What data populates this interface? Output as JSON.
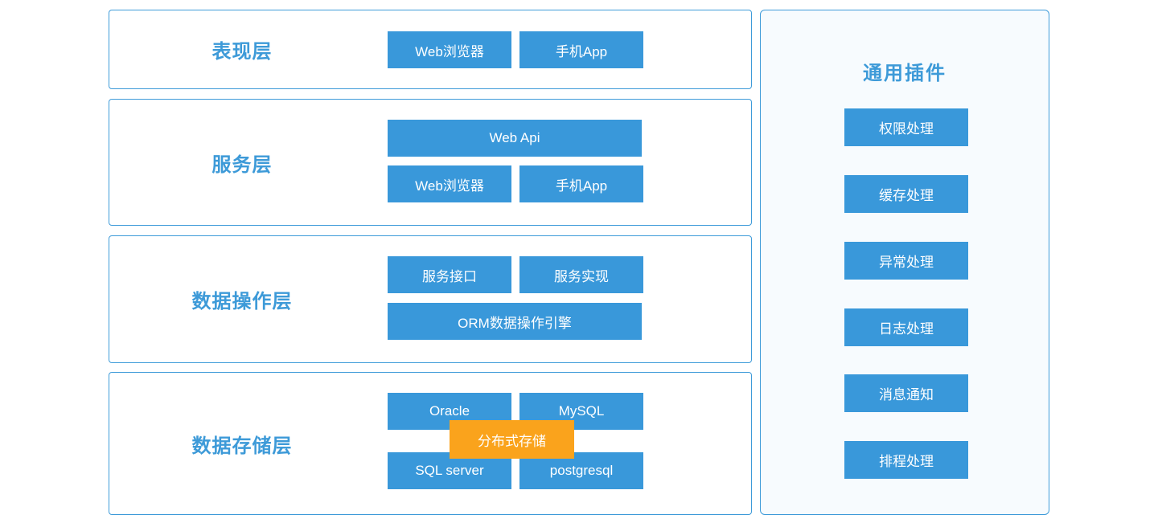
{
  "colors": {
    "node_blue": "#3998da",
    "accent_orange": "#faa31c",
    "border_blue": "#3e9bd9",
    "title_blue": "#3d9ad8",
    "plugins_panel_bg": "#f7fbfe",
    "node_text": "#ffffff"
  },
  "layers": [
    {
      "title": "表现层",
      "buttons": [
        {
          "label": "Web浏览器"
        },
        {
          "label": "手机App"
        }
      ]
    },
    {
      "title": "服务层",
      "buttons": [
        {
          "label": "Web Api"
        },
        {
          "label": "Web浏览器"
        },
        {
          "label": "手机App"
        }
      ]
    },
    {
      "title": "数据操作层",
      "buttons": [
        {
          "label": "服务接口"
        },
        {
          "label": "服务实现"
        },
        {
          "label": "ORM数据操作引擎"
        }
      ]
    },
    {
      "title": "数据存储层",
      "buttons": [
        {
          "label": "Oracle"
        },
        {
          "label": "MySQL"
        },
        {
          "label": "SQL server"
        },
        {
          "label": "postgresql"
        },
        {
          "label": "分布式存储",
          "highlight": true
        }
      ]
    }
  ],
  "plugins": {
    "title": "通用插件",
    "items": [
      {
        "label": "权限处理"
      },
      {
        "label": "缓存处理"
      },
      {
        "label": "异常处理"
      },
      {
        "label": "日志处理"
      },
      {
        "label": "消息通知"
      },
      {
        "label": "排程处理"
      }
    ]
  }
}
